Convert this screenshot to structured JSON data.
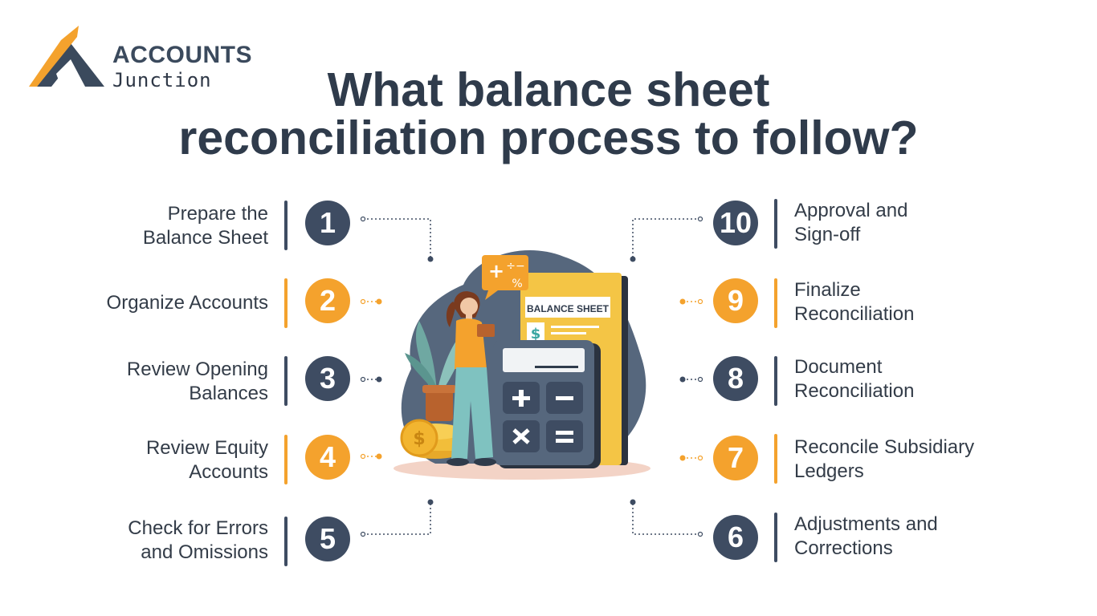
{
  "brand": {
    "name": "ACCOUNTS",
    "sub": "Junction"
  },
  "title": {
    "line1": "What balance sheet",
    "line2": "reconciliation process to follow?"
  },
  "illustration": {
    "doc_title": "BALANCE SHEET"
  },
  "colors": {
    "navy": "#3e4c62",
    "orange": "#f4a22d",
    "text": "#333c48"
  },
  "steps": [
    {
      "n": "1",
      "label": "Prepare the\nBalance Sheet"
    },
    {
      "n": "2",
      "label": "Organize Accounts"
    },
    {
      "n": "3",
      "label": "Review Opening\nBalances"
    },
    {
      "n": "4",
      "label": "Review Equity\nAccounts"
    },
    {
      "n": "5",
      "label": "Check for Errors\nand Omissions"
    },
    {
      "n": "6",
      "label": "Adjustments and\nCorrections"
    },
    {
      "n": "7",
      "label": "Reconcile Subsidiary\nLedgers"
    },
    {
      "n": "8",
      "label": "Document\nReconciliation"
    },
    {
      "n": "9",
      "label": "Finalize\nReconciliation"
    },
    {
      "n": "10",
      "label": "Approval and\nSign-off"
    }
  ]
}
